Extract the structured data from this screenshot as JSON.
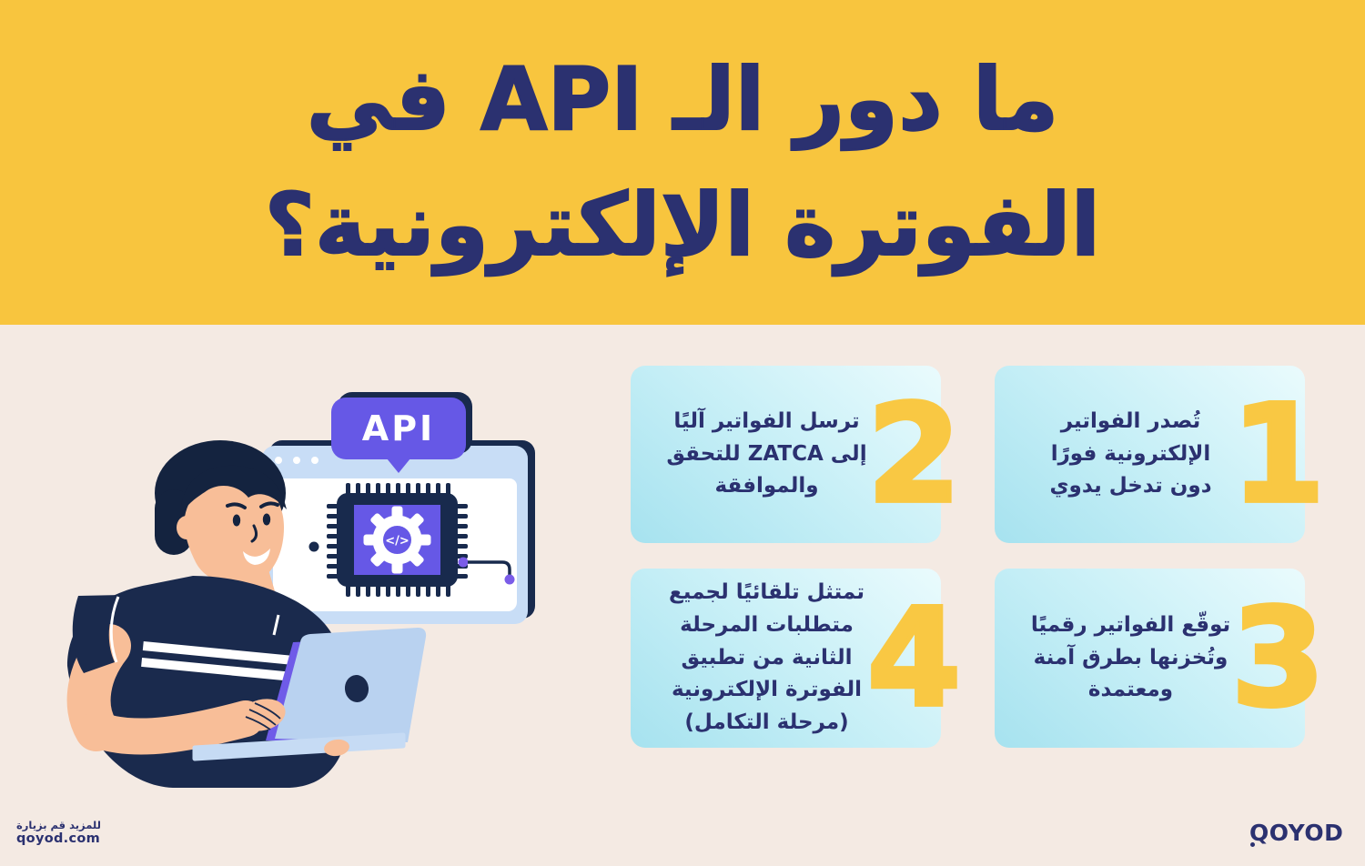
{
  "header": {
    "title_line1": "ما دور الـ API في",
    "title_line2": "الفوترة الإلكترونية؟"
  },
  "illustration": {
    "api_label": "API",
    "chip_code_glyph": "</>"
  },
  "cards": [
    {
      "number": "1",
      "text": "تُصدر الفواتير الإلكترونية فورًا دون تدخل يدوي"
    },
    {
      "number": "2",
      "text": "ترسل الفواتير آليًا إلى ZATCA للتحقق والموافقة"
    },
    {
      "number": "3",
      "text": "توقّع الفواتير رقميًا وتُخزنها بطرق آمنة ومعتمدة"
    },
    {
      "number": "4",
      "text": "تمتثل تلقائيًا لجميع متطلبات المرحلة الثانية من تطبيق الفوترة الإلكترونية (مرحلة التكامل)"
    }
  ],
  "footer": {
    "visit_text": "للمزيد قم بزيارة",
    "website": "qoyod.com",
    "brand": "QOYOD"
  },
  "colors": {
    "header_bg": "#F8C53E",
    "title_navy": "#2B3170",
    "background": "#F4EAE3",
    "card_gradient_start": "#EAFBFD",
    "card_gradient_end": "#A6E2EF",
    "number_yellow": "#F9C843",
    "purple": "#6658E6",
    "illustration_navy": "#182A4D",
    "window_blue": "#C8DDF6",
    "laptop_blue": "#B9D2F0",
    "skin": "#F8BE98"
  }
}
